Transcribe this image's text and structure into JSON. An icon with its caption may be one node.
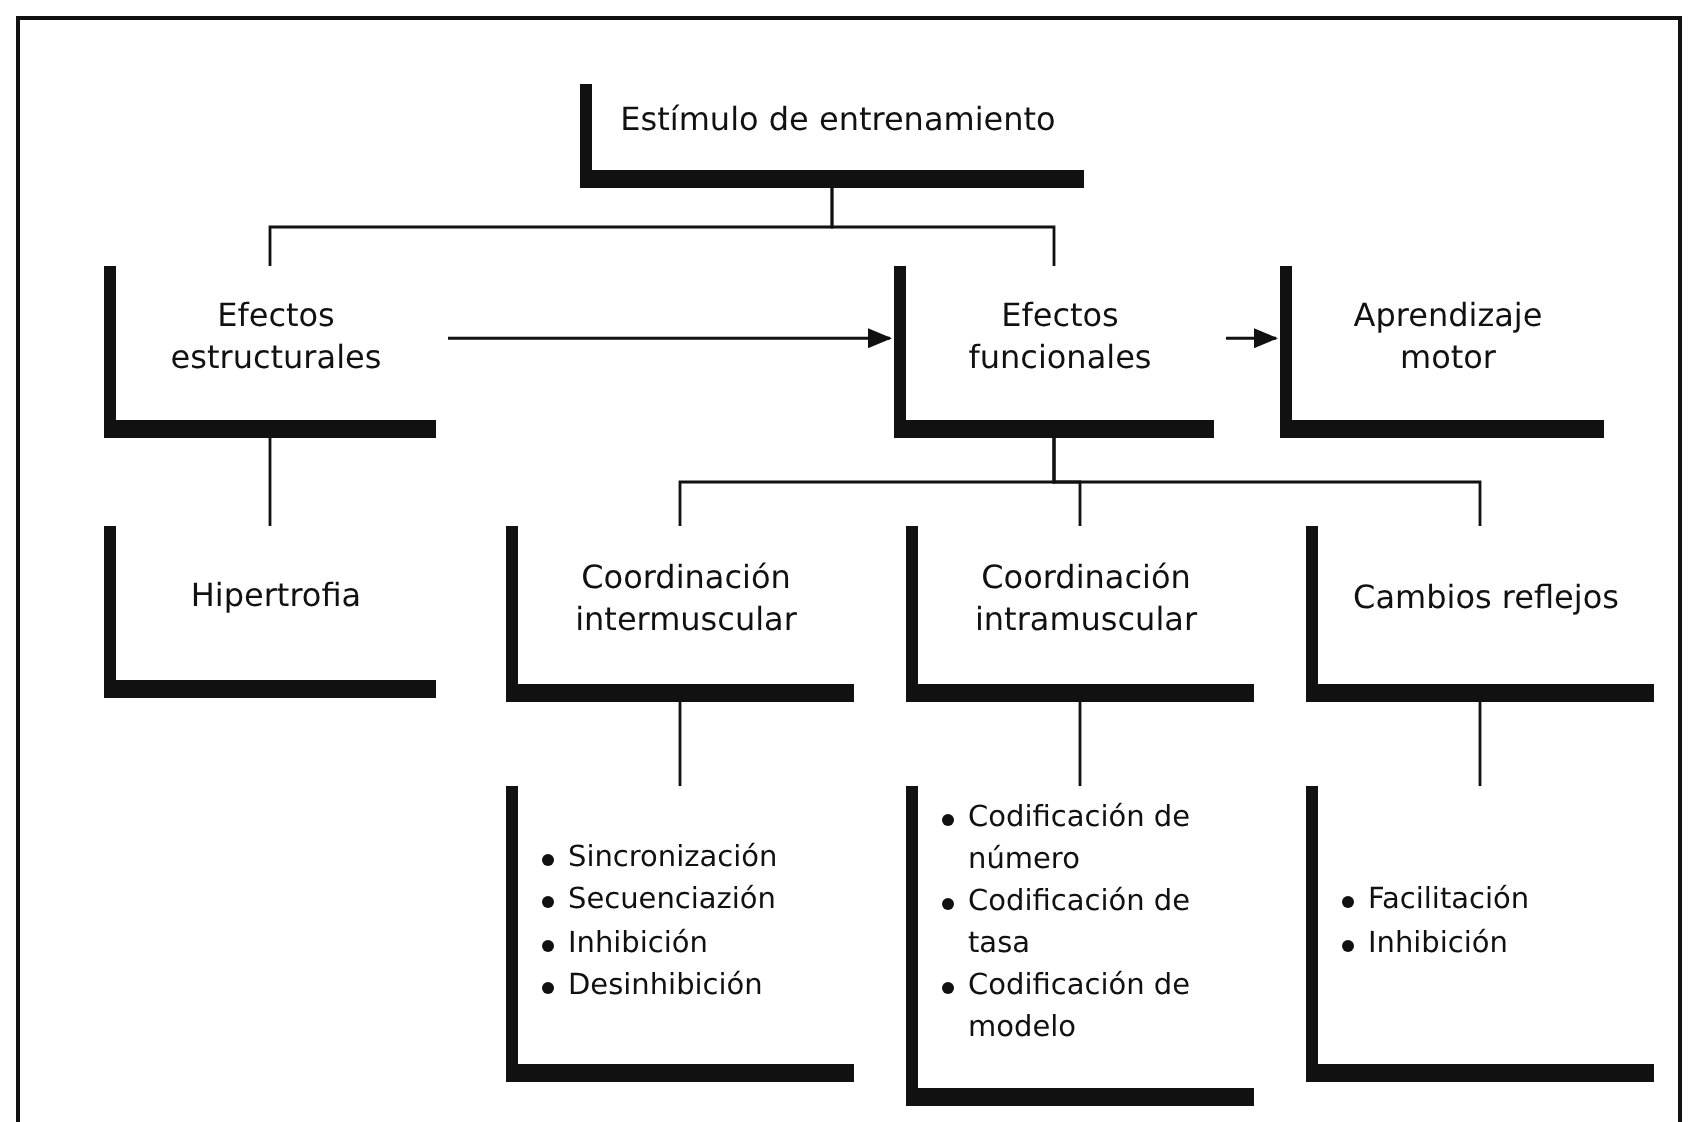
{
  "diagram": {
    "nodes": [
      {
        "text": [
          "Estímulo de entrenamiento"
        ]
      },
      {
        "text": [
          "Efectos estructurales"
        ]
      },
      {
        "text": [
          "Efectos funcionales"
        ]
      },
      {
        "text": [
          "Aprendizaje motor"
        ]
      },
      {
        "text": [
          "Hipertrofia"
        ]
      },
      {
        "text": [
          "Coordinación intermuscular"
        ]
      },
      {
        "text": [
          "Coordinación intramuscular"
        ]
      },
      {
        "text": [
          "Cambios reflejos"
        ]
      },
      {
        "text": [
          "Sincronización",
          "Secuenciazión",
          "Inhibición",
          "Desinhibición"
        ]
      },
      {
        "text": [
          "Codificación de número",
          "Codificación de tasa",
          "Codificación de modelo"
        ]
      },
      {
        "text": [
          "Facilitación",
          "Inhibición"
        ]
      }
    ],
    "edges": [
      {
        "from": 0,
        "to": 1,
        "arrow": "none"
      },
      {
        "from": 0,
        "to": 2,
        "arrow": "none"
      },
      {
        "from": 1,
        "to": 2,
        "arrow": "to"
      },
      {
        "from": 2,
        "to": 3,
        "arrow": "to"
      },
      {
        "from": 1,
        "to": 4,
        "arrow": "none"
      },
      {
        "from": 2,
        "to": 5,
        "arrow": "none"
      },
      {
        "from": 2,
        "to": 6,
        "arrow": "none"
      },
      {
        "from": 2,
        "to": 7,
        "arrow": "none"
      },
      {
        "from": 5,
        "to": 8,
        "arrow": "none"
      },
      {
        "from": 6,
        "to": 9,
        "arrow": "none"
      },
      {
        "from": 7,
        "to": 10,
        "arrow": "none"
      }
    ]
  }
}
